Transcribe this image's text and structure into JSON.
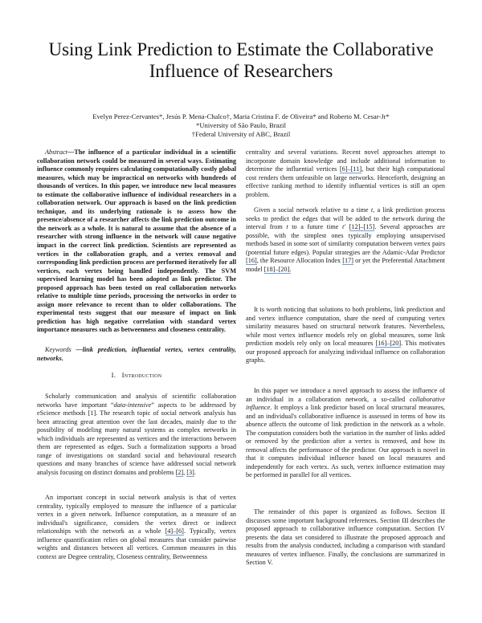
{
  "title": "Using Link Prediction to Estimate the Collaborative Influence of Researchers",
  "authors": {
    "names": "Evelyn Perez-Cervantes*, Jesús P. Mena-Chalco†, Maria Cristina F. de Oliveira* and Roberto M. Cesar-Jr*",
    "affiliation1": "*University of São Paulo, Brazil",
    "affiliation2": "†Federal University of ABC, Brazil"
  },
  "abstract": {
    "lead": "Abstract",
    "text": "—The influence of a particular individual in a scientific collaboration network could be measured in several ways. Estimating influence commonly requires calculating computationally costly global measures, which may be impractical on networks with hundreds of thousands of vertices. In this paper, we introduce new local measures to estimate the collaborative influence of individual researchers in a collaboration network. Our approach is based on the link prediction technique, and its underlying rationale is to assess how the presence/absence of a researcher affects the link prediction outcome in the network as a whole. It is natural to assume that the absence of a researcher with strong influence in the network will cause negative impact in the correct link prediction. Scientists are represented as vertices in the collaboration graph, and a vertex removal and corresponding link prediction process are performed iteratively for all vertices, each vertex being handled independently. The SVM supervised learning model has been adopted as link predictor. The proposed approach has been tested on real collaboration networks relative to multiple time periods, processing the networks in order to assign more relevance to recent than to older collaborations. The experimental tests suggest that our measure of impact on link prediction has high negative correlation with standard vertex importance measures such as betweenness and closeness centrality."
  },
  "keywords": {
    "lead": "Keywords",
    "text": " —link prediction, influential vertex, vertex centrality, networks."
  },
  "section": {
    "number": "I.",
    "title": "Introduction"
  },
  "left_paragraphs": [
    [
      "Scholarly communication and analysis of scientific collaboration networks have important “",
      {
        "i": "data-intensive"
      },
      "” aspects to be addressed by eScience methods [1]. The research topic of social network analysis has been attracting great attention over the last decades, mainly due to the possibility of modeling many natural systems as complex networks in which individuals are represented as vertices and the interactions between them are represented as edges. Such a formalization supports a broad range of investigations on standard social and behavioural research questions and many branches of science have addressed social network analysis focusing on distinct domains and problems ",
      {
        "c": "[2]"
      },
      ", ",
      {
        "c": "[3]"
      },
      "."
    ],
    [
      "An important concept in social network analysis is that of vertex centrality, typically employed to measure the influence of a particular vertex in a given network. Influence computation, as a measure of an individual's significance, considers the vertex direct or indirect relationships with the network as a whole ",
      {
        "c": "[4]–[6]"
      },
      ". Typically, vertex influence quantification relies on global measures that consider pairwise weights and distances between all vertices. Common measures in this context are Degree centrality, Closeness centrality, Betweenness"
    ]
  ],
  "right_paragraphs": [
    [
      "centrality and several variations. Recent novel approaches attempt to incorporate domain knowledge and include additional information to determine the influential vertices ",
      {
        "c": "[6]–[11]"
      },
      ", but their high computational cost renders them unfeasible on large networks. Henceforth, designing an effective ranking method to identify influential vertices is still an open problem."
    ],
    [
      "Given a social network relative to a time ",
      {
        "i": "t"
      },
      ", a link prediction process seeks to predict the edges that will be added to the network during the interval from ",
      {
        "i": "t"
      },
      " to a future time ",
      {
        "i": "t′"
      },
      " ",
      {
        "c": "[12]–[15]"
      },
      ". Several approaches are possible, with the simplest ones typically employing unsupervised methods based in some sort of similarity computation between vertex pairs (potential future edges). Popular strategies are the Adamic-Adar Predictor ",
      {
        "c": "[16]"
      },
      ", the Resource Allocation Index ",
      {
        "c": "[17]"
      },
      " or yet the Preferential Attachment model ",
      {
        "c": "[18]–[20]."
      }
    ],
    [
      "It is worth noticing that solutions to both problems, link prediction and and vertex influence computation, share the need of computing vertex similarity measures based on structural network features. Nevertheless, while most vertex influence models rely on global measures, some link prediction models rely only on local measures ",
      {
        "c": "[16]–[20]"
      },
      ". This motivates our proposed approach for analyzing individual influence on collaboration graphs."
    ],
    [
      "In this paper we introduce a novel approach to assess the influence of an individual in a collaboration network, a so-called ",
      {
        "i": "collaborative influence"
      },
      ". It employs a link predictor based on local structural measures, and an individual's collaborative influence is assessed in terms of how its absence affects the outcome of link prediction in the network as a whole. The computation considers both the variation in the number of links added or removed by the prediction after a vertex is removed, and how its removal affects the performance of the predictor. Our approach is novel in that it computes individual influence based on local measures and independently for each vertex. As such, vertex influence estimation may be performed in parallel for all vertices."
    ],
    [
      "The remainder of this paper is organized as follows. Section II discusses some important background references. Section III describes the proposed approach to collaborative influence computation. Section IV presents the data set considered to illustrate the proposed approach and results from the analysis conducted, including a comparison with standard measures of vertex influence. Finally, the conclusions are summarized in Section V."
    ]
  ],
  "colors": {
    "citation_underline": "#6f9ad8",
    "text": "#1a1a1a"
  }
}
